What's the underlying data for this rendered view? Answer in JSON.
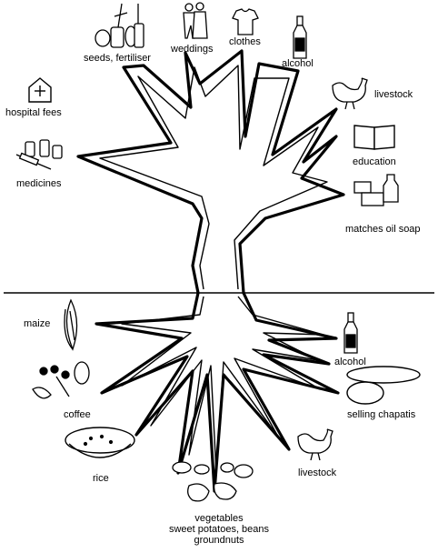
{
  "colors": {
    "ink": "#000000",
    "paper": "#ffffff"
  },
  "branches": [
    {
      "id": "seeds",
      "label": "seeds, fertiliser",
      "icon": "seed-sacks-and-tools-icon"
    },
    {
      "id": "weddings",
      "label": "weddings",
      "icon": "couple-icon"
    },
    {
      "id": "clothes",
      "label": "clothes",
      "icon": "shirt-icon"
    },
    {
      "id": "alcohol-top",
      "label": "alcohol",
      "icon": "bottle-icon"
    },
    {
      "id": "livestock-top",
      "label": "livestock",
      "icon": "chicken-icon"
    },
    {
      "id": "hospital",
      "label": "hospital fees",
      "icon": "clinic-icon"
    },
    {
      "id": "education",
      "label": "education",
      "icon": "book-icon"
    },
    {
      "id": "medicines",
      "label": "medicines",
      "icon": "syringe-and-bottles-icon"
    },
    {
      "id": "matches",
      "label": "matches oil soap",
      "icon": "matches-oil-soap-icon"
    }
  ],
  "roots": [
    {
      "id": "maize",
      "label": "maize",
      "icon": "maize-cob-icon"
    },
    {
      "id": "alcohol-root",
      "label": "alcohol",
      "icon": "bottle-icon"
    },
    {
      "id": "coffee",
      "label": "coffee",
      "icon": "coffee-branch-icon"
    },
    {
      "id": "chapatis",
      "label": "selling chapatis",
      "icon": "chapati-icon"
    },
    {
      "id": "rice",
      "label": "rice",
      "icon": "rice-bowl-icon"
    },
    {
      "id": "livestock-root",
      "label": "livestock",
      "icon": "chicken-icon"
    },
    {
      "id": "vegetables",
      "lines": [
        "vegetables",
        "sweet potatoes, beans",
        "groundnuts"
      ],
      "icon": "vegetables-icon"
    }
  ]
}
